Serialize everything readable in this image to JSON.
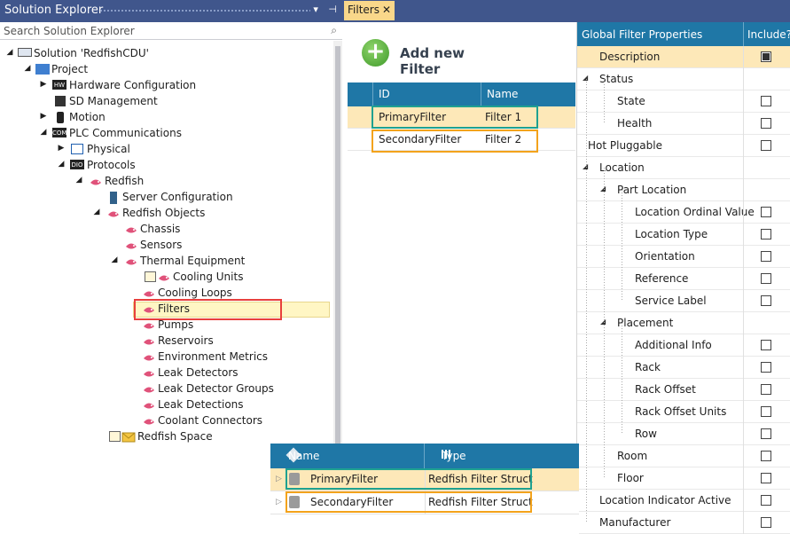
{
  "solution_explorer": {
    "title": "Solution Explorer",
    "search_placeholder": "Search Solution Explorer",
    "items": [
      {
        "label": "Solution 'RedfishCDU'",
        "icon": "solution-icon"
      },
      {
        "label": "Project",
        "icon": "project-icon"
      },
      {
        "label": "Hardware Configuration",
        "icon": "chip-icon"
      },
      {
        "label": "SD Management",
        "icon": "sd-card-icon"
      },
      {
        "label": "Motion",
        "icon": "motion-icon"
      },
      {
        "label": "PLC Communications",
        "icon": "com-icon"
      },
      {
        "label": "Physical",
        "icon": "network-icon"
      },
      {
        "label": "Protocols",
        "icon": "protocols-icon"
      },
      {
        "label": "Redfish",
        "icon": "redfish-icon"
      },
      {
        "label": "Server Configuration",
        "icon": "server-icon"
      },
      {
        "label": "Redfish Objects",
        "icon": "redfish-icon"
      },
      {
        "label": "Chassis",
        "icon": "redfish-icon"
      },
      {
        "label": "Sensors",
        "icon": "redfish-icon"
      },
      {
        "label": "Thermal Equipment",
        "icon": "redfish-icon"
      },
      {
        "label": "Cooling Units",
        "icon": "redfish-icon"
      },
      {
        "label": "Cooling Loops",
        "icon": "redfish-icon"
      },
      {
        "label": "Filters",
        "icon": "redfish-icon"
      },
      {
        "label": "Pumps",
        "icon": "redfish-icon"
      },
      {
        "label": "Reservoirs",
        "icon": "redfish-icon"
      },
      {
        "label": "Environment Metrics",
        "icon": "redfish-icon"
      },
      {
        "label": "Leak Detectors",
        "icon": "redfish-icon"
      },
      {
        "label": "Leak Detector Groups",
        "icon": "redfish-icon"
      },
      {
        "label": "Leak Detections",
        "icon": "redfish-icon"
      },
      {
        "label": "Coolant Connectors",
        "icon": "redfish-icon"
      },
      {
        "label": "Redfish Space",
        "icon": "envelope-icon"
      }
    ]
  },
  "editor": {
    "tab_label": "Filters",
    "add_button_label": "Add new Filter",
    "filter_grid": {
      "columns": [
        "ID",
        "Name"
      ],
      "rows": [
        {
          "id": "PrimaryFilter",
          "name": "Filter 1"
        },
        {
          "id": "SecondaryFilter",
          "name": "Filter 2"
        }
      ]
    },
    "properties": {
      "header_name": "Global Filter Properties",
      "header_include": "Include?",
      "rows": [
        {
          "label": "Description",
          "checked": true
        },
        {
          "label": "Status"
        },
        {
          "label": "State",
          "checked": false
        },
        {
          "label": "Health",
          "checked": false
        },
        {
          "label": "Hot Pluggable",
          "checked": false
        },
        {
          "label": "Location"
        },
        {
          "label": "Part Location"
        },
        {
          "label": "Location Ordinal Value",
          "checked": false
        },
        {
          "label": "Location Type",
          "checked": false
        },
        {
          "label": "Orientation",
          "checked": false
        },
        {
          "label": "Reference",
          "checked": false
        },
        {
          "label": "Service Label",
          "checked": false
        },
        {
          "label": "Placement"
        },
        {
          "label": "Additional Info",
          "checked": false
        },
        {
          "label": "Rack",
          "checked": false
        },
        {
          "label": "Rack Offset",
          "checked": false
        },
        {
          "label": "Rack Offset Units",
          "checked": false
        },
        {
          "label": "Row",
          "checked": false
        },
        {
          "label": "Room",
          "checked": false
        },
        {
          "label": "Floor",
          "checked": false
        },
        {
          "label": "Location Indicator Active",
          "checked": false
        },
        {
          "label": "Manufacturer",
          "checked": false
        }
      ]
    }
  },
  "struct_table": {
    "columns": [
      "Name",
      "Type"
    ],
    "rows": [
      {
        "name": "PrimaryFilter",
        "type": "Redfish Filter Struct"
      },
      {
        "name": "SecondaryFilter",
        "type": "Redfish Filter Struct"
      }
    ]
  },
  "colors": {
    "title_bar": "#40568c",
    "grid_header": "#1f77a6",
    "selection": "#fde8b8",
    "highlight_green": "#1fa191",
    "highlight_orange": "#f3a31c",
    "highlight_red": "#e8403d"
  }
}
